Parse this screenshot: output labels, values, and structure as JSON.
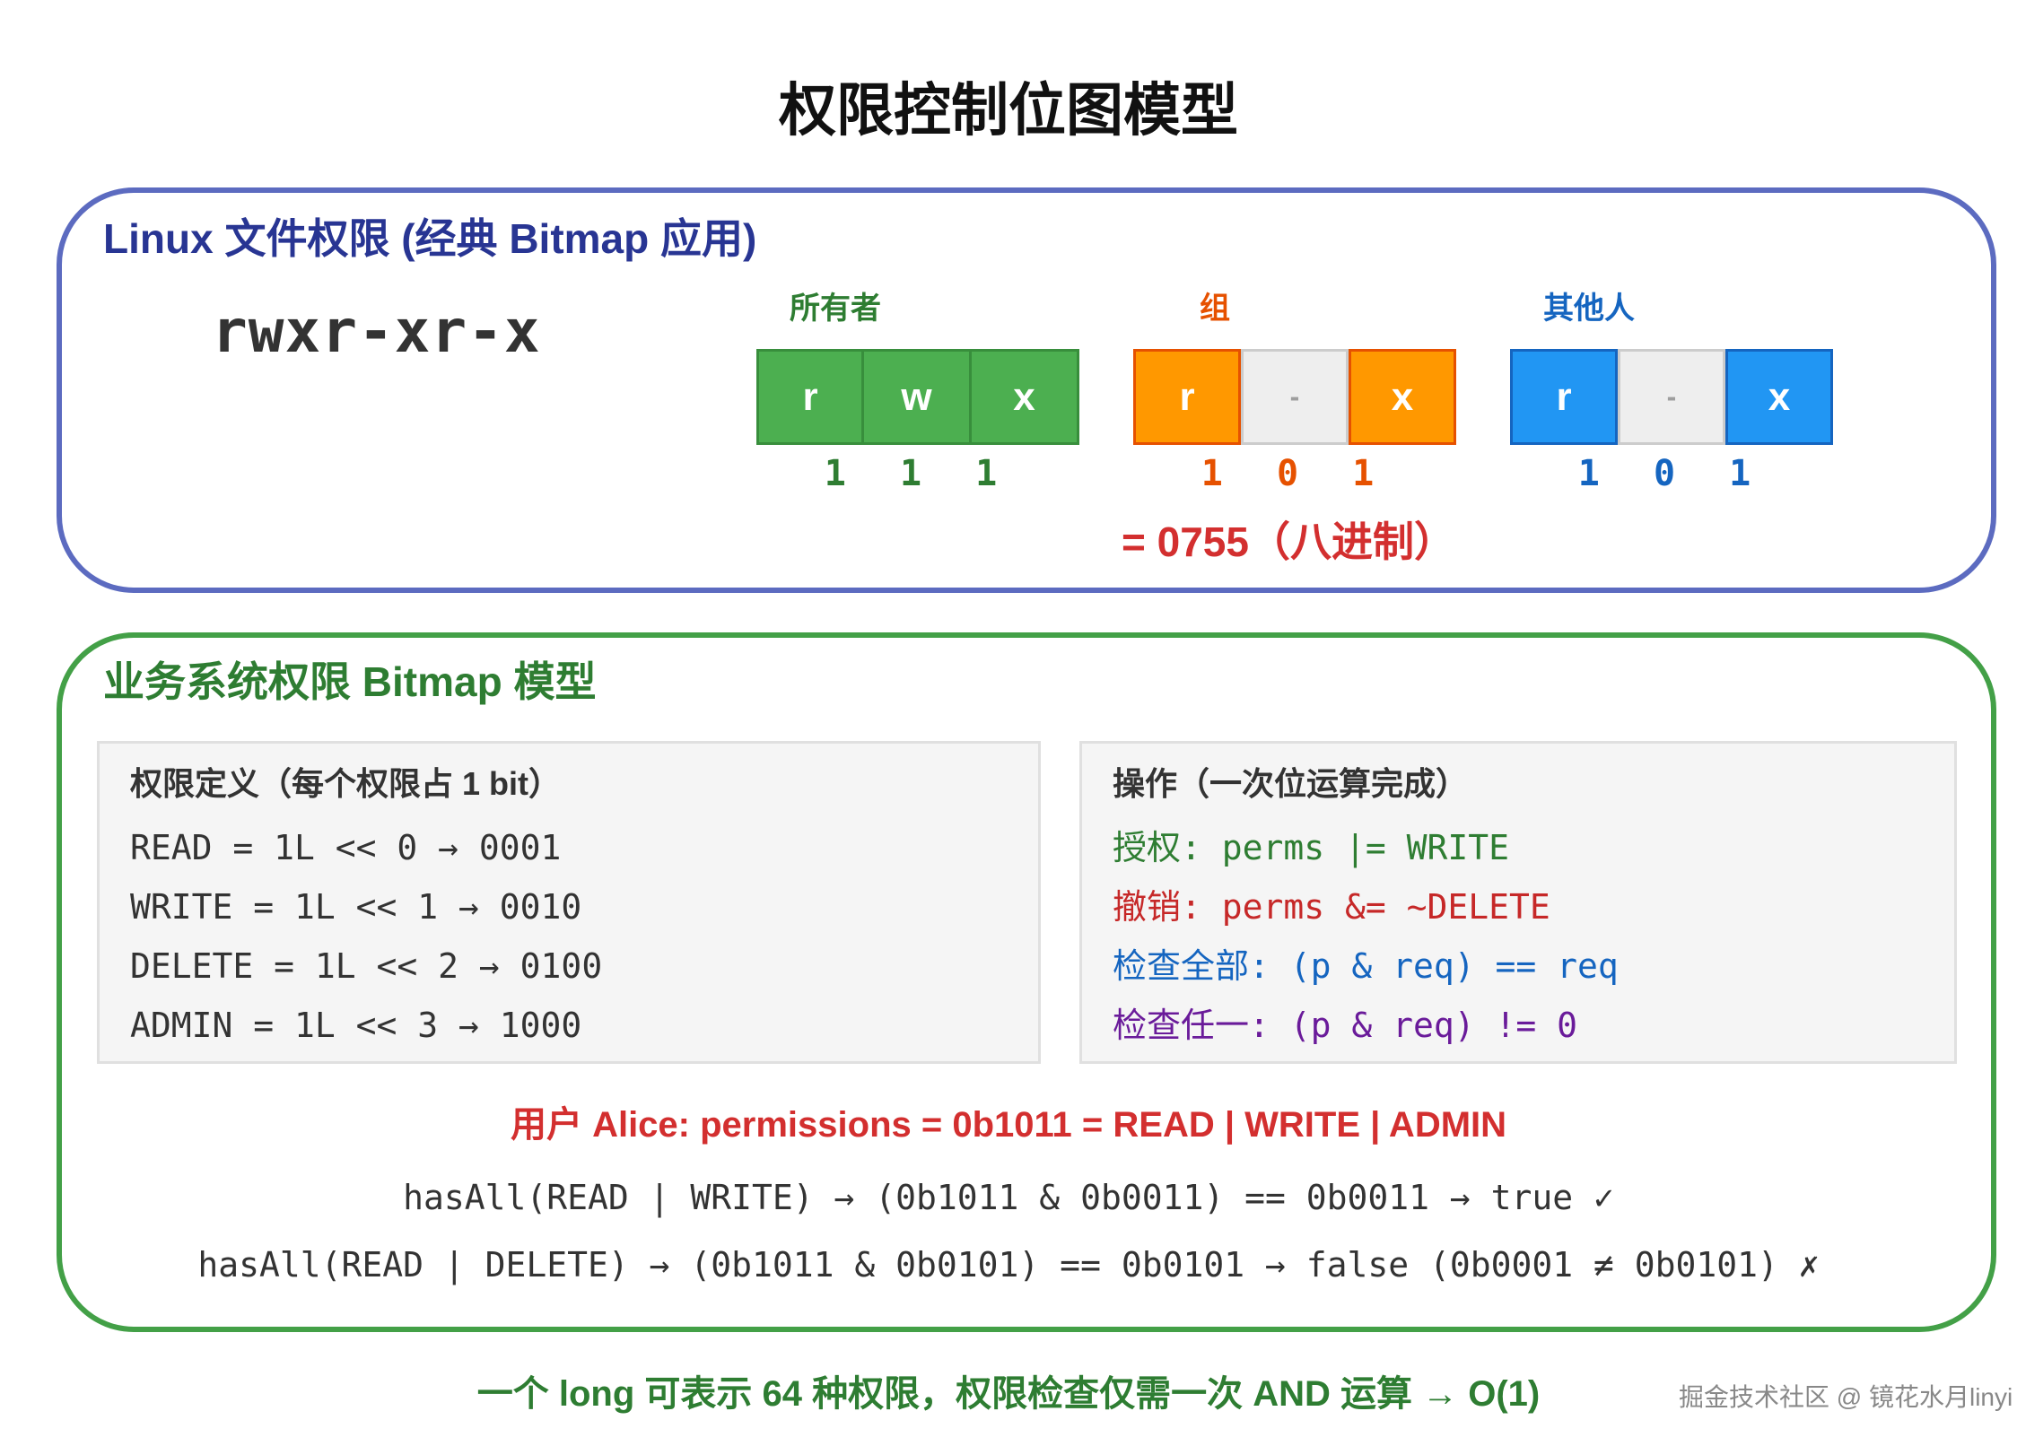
{
  "title": "权限控制位图模型",
  "linux": {
    "heading": "Linux 文件权限 (经典 Bitmap 应用)",
    "perm_string": "rwxr-xr-x",
    "groups": [
      {
        "label": "所有者",
        "cells": [
          "r",
          "w",
          "x"
        ],
        "bits": "1 1 1",
        "active": [
          true,
          true,
          true
        ],
        "fill": "#4caf50",
        "border": "#388e3c",
        "text_color": "#2e7d32"
      },
      {
        "label": "组",
        "cells": [
          "r",
          "-",
          "x"
        ],
        "bits": "1 0 1",
        "active": [
          true,
          false,
          true
        ],
        "fill": "#ff9800",
        "border": "#e65100",
        "text_color": "#e65100"
      },
      {
        "label": "其他人",
        "cells": [
          "r",
          "-",
          "x"
        ],
        "bits": "1 0 1",
        "active": [
          true,
          false,
          true
        ],
        "fill": "#2196f3",
        "border": "#1565c0",
        "text_color": "#1565c0"
      }
    ],
    "octal": "= 0755（八进制）"
  },
  "biz": {
    "heading": "业务系统权限 Bitmap 模型",
    "definitions": {
      "heading": "权限定义（每个权限占 1 bit）",
      "rows": [
        "READ = 1L << 0 → 0001",
        "WRITE = 1L << 1 → 0010",
        "DELETE = 1L << 2 → 0100",
        "ADMIN = 1L << 3 → 1000"
      ]
    },
    "operations": {
      "heading": "操作（一次位运算完成）",
      "rows": [
        {
          "text": "授权: perms |= WRITE",
          "color": "#2e7d32"
        },
        {
          "text": "撤销: perms &= ~DELETE",
          "color": "#c62828"
        },
        {
          "text": "检查全部: (p & req) == req",
          "color": "#1565c0"
        },
        {
          "text": "检查任一: (p & req) != 0",
          "color": "#6a1b9a"
        }
      ]
    },
    "alice": "用户 Alice: permissions = 0b1011 = READ | WRITE | ADMIN",
    "checks": [
      "hasAll(READ | WRITE) → (0b1011 & 0b0011) == 0b0011 → true ✓",
      "hasAll(READ | DELETE) → (0b1011 & 0b0101) == 0b0101 → false (0b0001 ≠ 0b0101) ✗"
    ]
  },
  "footer": "一个 long 可表示 64 种权限，权限检查仅需一次 AND 运算 → O(1)",
  "watermark": "掘金技术社区 @ 镜花水月linyi",
  "colors": {
    "linux_border": "#5c6bc0",
    "linux_title": "#283593",
    "biz_border": "#43a047",
    "biz_title": "#2e7d32",
    "alert_red": "#d32f2f"
  }
}
